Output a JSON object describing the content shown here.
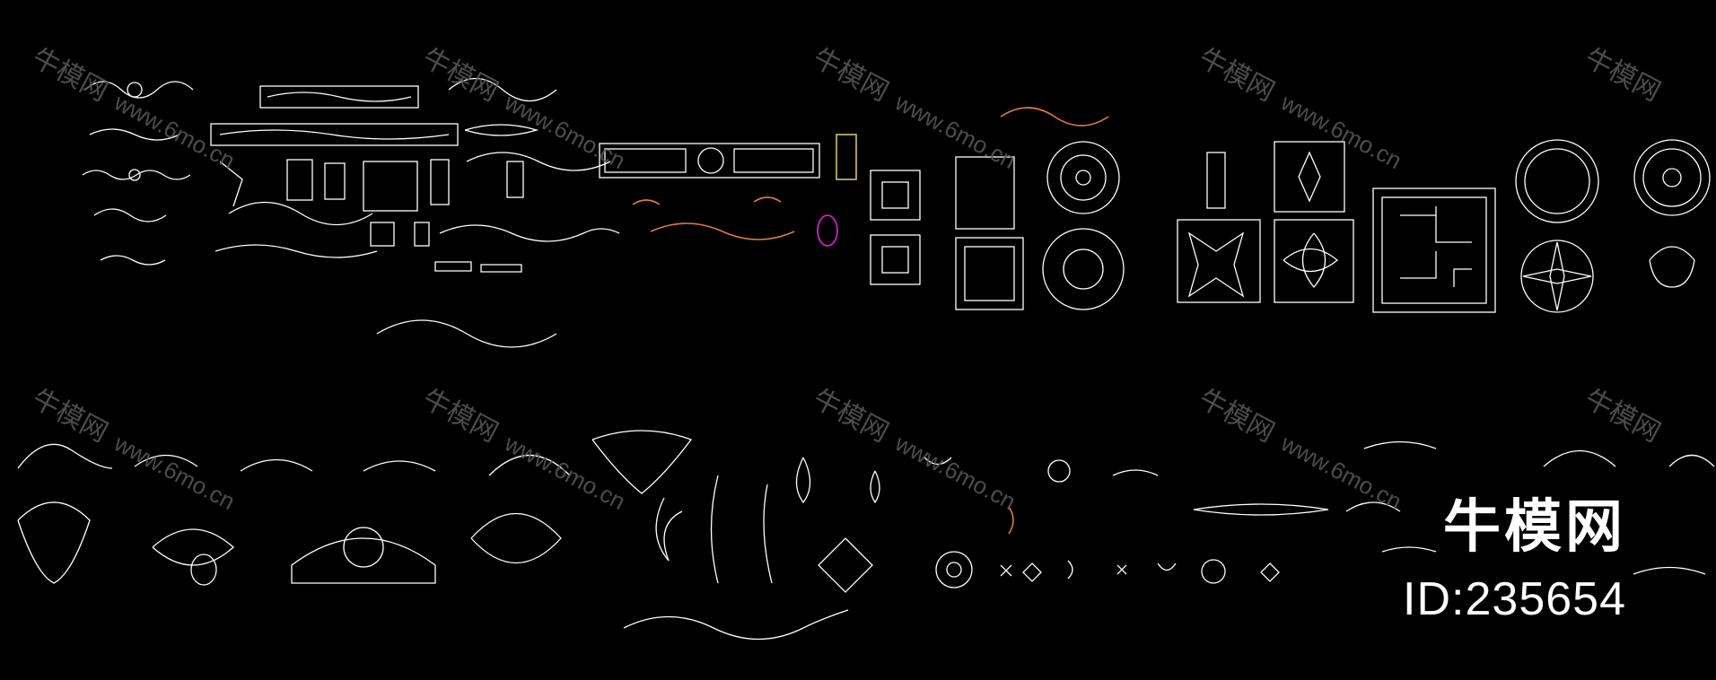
{
  "watermark": {
    "brand": "牛模网",
    "url": "www.6mo.cn"
  },
  "logo": {
    "brand": "牛模网",
    "id_text": "ID:235654"
  },
  "colors": {
    "background": "#000000",
    "line": "#ffffff",
    "accent_orange": "#e07a3a",
    "accent_magenta": "#d020d0",
    "accent_gold": "#d6c06a",
    "watermark": "#5a5a5a"
  }
}
